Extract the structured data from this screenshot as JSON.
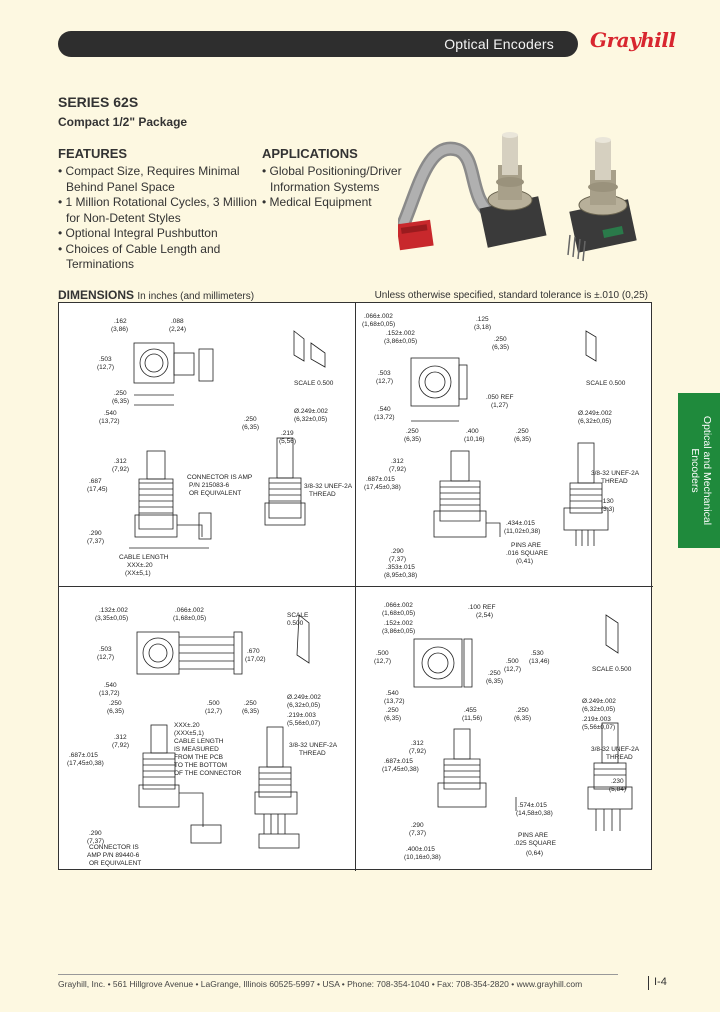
{
  "header": {
    "title": "Optical Encoders",
    "logo": "Grayhill"
  },
  "series": {
    "title": "SERIES 62S",
    "subtitle": "Compact 1/2\" Package"
  },
  "features": {
    "heading": "FEATURES",
    "items": [
      "• Compact Size, Requires Minimal Behind Panel Space",
      "• 1 Million Rotational Cycles, 3 Million for Non-Detent Styles",
      "• Optional Integral Pushbutton",
      "• Choices of Cable Length and Terminations"
    ]
  },
  "applications": {
    "heading": "APPLICATIONS",
    "items": [
      "• Global Positioning/Driver Information Systems",
      "• Medical Equipment"
    ]
  },
  "dimensions": {
    "heading": "DIMENSIONS",
    "units": "In inches (and millimeters)",
    "tolerance": "Unless otherwise specified, standard tolerance is ±.010 (0,25)"
  },
  "drawings": {
    "q1": {
      "labels": [
        ".162",
        "(3,86)",
        ".088",
        "(2,24)",
        ".503",
        "(12,7)",
        ".250",
        "(6,35)",
        ".540",
        "(13,72)",
        "SCALE 0.500",
        ".250",
        "(6,35)",
        ".219",
        "(5,56)",
        "Ø.249±.002",
        "(6,32±0,05)",
        ".312",
        "(7,92)",
        ".687",
        "(17,45)",
        "CONNECTOR IS AMP",
        "P/N 215083-6",
        "OR EQUIVALENT",
        "3/8-32 UNEF-2A",
        "THREAD",
        ".290",
        "(7,37)",
        "CABLE LENGTH",
        "XXX±.20",
        "(XX±5,1)"
      ]
    },
    "q2": {
      "labels": [
        ".066±.002",
        "(1,68±0,05)",
        ".125",
        "(3,18)",
        ".152±.002",
        "(3,86±0,05)",
        ".250",
        "(6,35)",
        ".503",
        "(12,7)",
        ".540",
        "(13,72)",
        ".050 REF",
        "(1,27)",
        "SCALE 0.500",
        ".250",
        "(6,35)",
        ".400",
        "(10,16)",
        ".250",
        "(6,35)",
        "Ø.249±.002",
        "(6,32±0,05)",
        ".312",
        "(7,92)",
        ".687±.015",
        "(17,45±0,38)",
        "3/8-32 UNEF-2A",
        "THREAD",
        ".130",
        "(3,3)",
        ".434±.015",
        "(11,02±0,38)",
        ".290",
        "(7,37)",
        "PINS ARE",
        ".016 SQUARE",
        ".353±.015",
        "(8,95±0,38)",
        "(0,41)"
      ]
    },
    "q3": {
      "labels": [
        ".132±.002",
        "(3,35±0,05)",
        ".066±.002",
        "(1,68±0,05)",
        ".503",
        "(12,7)",
        ".670",
        "(17,02)",
        ".540",
        "(13,72)",
        ".250",
        "(6,35)",
        ".500",
        "(12,7)",
        ".250",
        "(6,35)",
        "SCALE",
        "0.500",
        "Ø.249±.002",
        "(6,32±0,05)",
        ".219±.003",
        "(5,56±0,07)",
        "XXX±.20",
        "(XXX±5,1)",
        "CABLE LENGTH",
        "IS MEASURED",
        "FROM THE PCB",
        "TO THE BOTTOM",
        "OF THE CONNECTOR",
        ".312",
        "(7,92)",
        ".687±.015",
        "(17,45±0,38)",
        "3/8-32 UNEF-2A",
        "THREAD",
        ".290",
        "(7,37)",
        "CONNECTOR IS",
        "AMP P/N 89440-6",
        "OR EQUIVALENT"
      ]
    },
    "q4": {
      "labels": [
        ".066±.002",
        "(1,68±0,05)",
        ".100 REF",
        "(2,54)",
        ".152±.002",
        "(3,86±0,05)",
        ".500",
        "(12,7)",
        ".530",
        "(13,46)",
        ".500",
        "(12,7)",
        ".250",
        "(6,35)",
        "SCALE 0.500",
        ".540",
        "(13,72)",
        ".250",
        "(6,35)",
        ".455",
        "(11,56)",
        ".250",
        "(6,35)",
        "Ø.249±.002",
        "(6,32±0,05)",
        ".219±.003",
        "(5,56±0,07)",
        ".312",
        "(7,92)",
        ".687±.015",
        "(17,45±0,38)",
        "3/8-32 UNEF-2A",
        "THREAD",
        ".230",
        "(5,84)",
        ".574±.015",
        "(14,58±0,38)",
        ".290",
        "(7,37)",
        "PINS ARE",
        ".025 SQUARE",
        ".400±.015",
        "(10,16±0,38)",
        "(0,64)"
      ]
    }
  },
  "side_tab": {
    "label": "Optical and Mechanical Encoders"
  },
  "footer": {
    "text": "Grayhill, Inc. • 561 Hillgrove Avenue • LaGrange, Illinois 60525-5997 • USA • Phone: 708-354-1040 • Fax: 708-354-2820 • www.grayhill.com",
    "page": "I-4"
  }
}
